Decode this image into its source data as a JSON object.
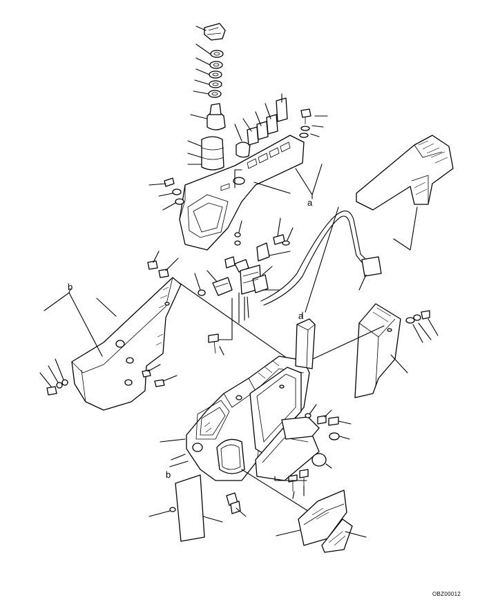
{
  "callouts": {
    "a_top": "a",
    "a_lower": "a",
    "b_left": "b",
    "b_lower": "b"
  },
  "drawing_code": "OBZ00012"
}
